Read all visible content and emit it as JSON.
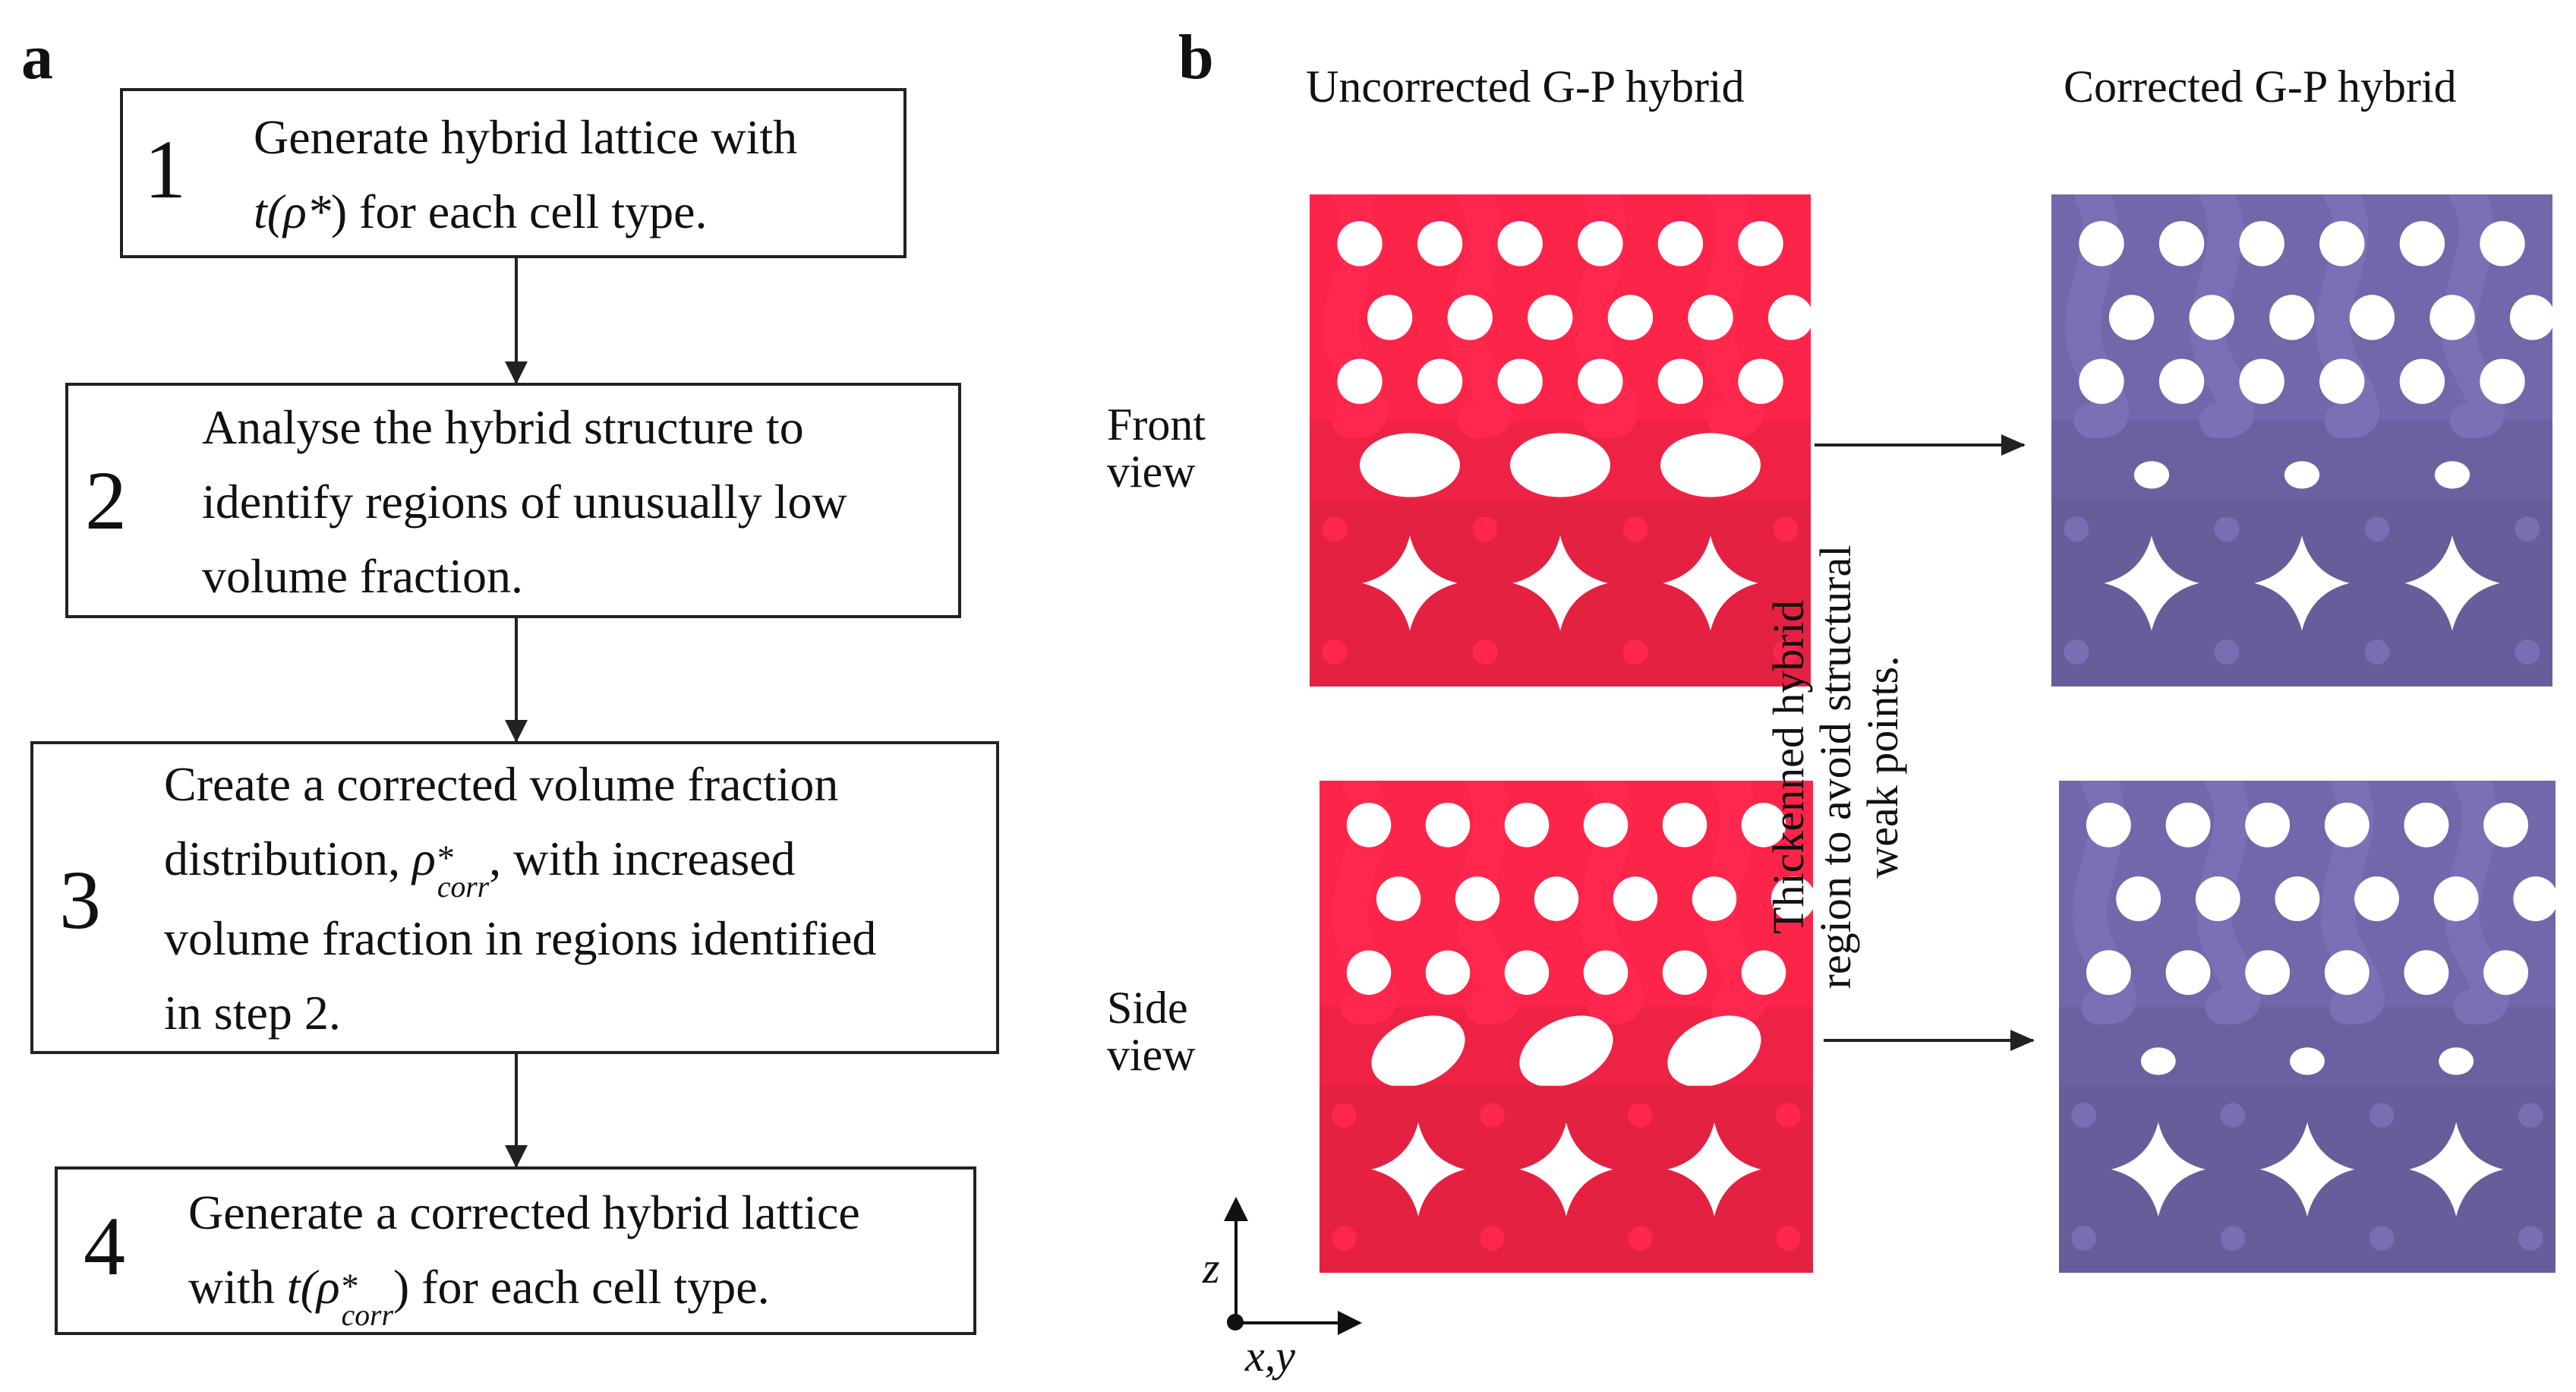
{
  "panel_a": {
    "letter": "a",
    "steps": [
      {
        "num": "1",
        "line1": "Generate hybrid lattice with",
        "t_prefix": "t(",
        "rho": "ρ*",
        "t_suffix": ") for each cell type."
      },
      {
        "num": "2",
        "lines": [
          "Analyse the hybrid structure to",
          "identify regions of unusually low",
          "volume fraction."
        ]
      },
      {
        "num": "3",
        "line1": "Create a corrected volume fraction",
        "line2_prefix": "distribution, ",
        "rho": "ρ",
        "sup": "*",
        "sub": "corr",
        "line2_suffix": ", with increased",
        "line3": "volume fraction in regions identified",
        "line4": "in step 2."
      },
      {
        "num": "4",
        "line1": "Generate a corrected hybrid lattice",
        "line2_prefix": "with ",
        "t_prefix": "t(",
        "rho": "ρ",
        "sup": "*",
        "sub": "corr",
        "line2_suffix": ") for each cell type."
      }
    ]
  },
  "panel_b": {
    "letter": "b",
    "col_uncorrected": "Uncorrected G-P hybrid",
    "col_corrected": "Corrected G-P hybrid",
    "row_front": [
      "Front",
      "view"
    ],
    "row_side": [
      "Side",
      "view"
    ],
    "note": [
      "Thickenned hybrid",
      "region to avoid structural",
      "weak points."
    ],
    "axis_z": "z",
    "axis_xy": "x,y",
    "colors": {
      "uncorrected": "#ee2244",
      "corrected": "#6a62a0",
      "outline": "#222222"
    }
  }
}
